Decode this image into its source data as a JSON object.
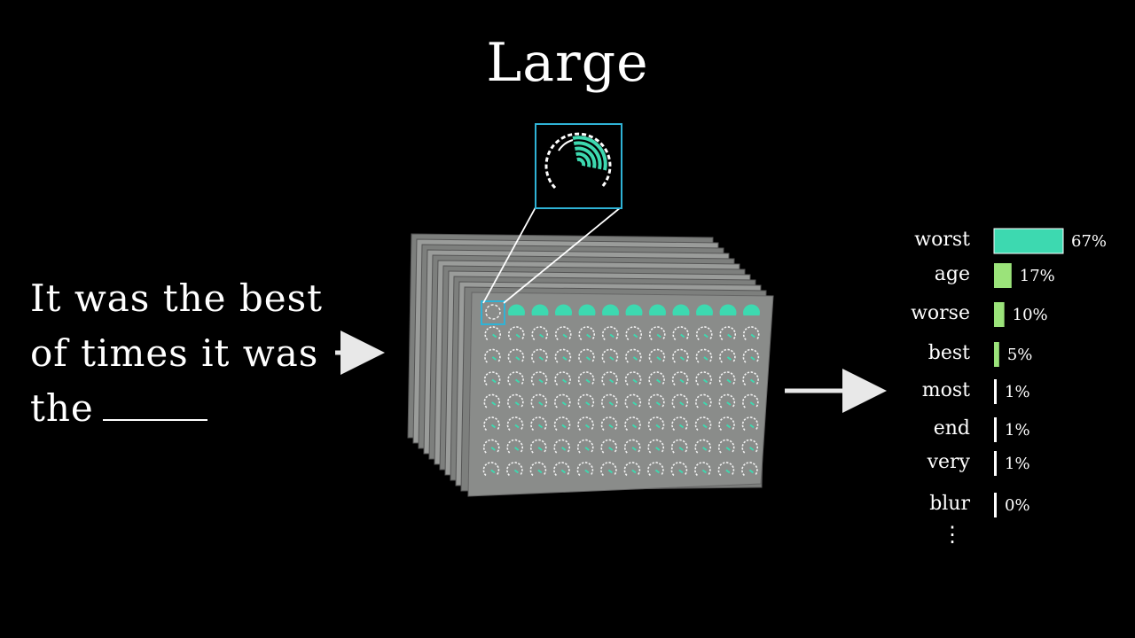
{
  "title": "Large",
  "prompt": {
    "lines": [
      "It was the best",
      "of times it was",
      "the"
    ]
  },
  "grid": {
    "rows": 8,
    "cols": 12,
    "layers": 12,
    "highlight_row": 0
  },
  "colors": {
    "accent": "#3dd9b0",
    "highlight_box": "#2fb3d6",
    "panel": "#8a8c8a",
    "bar_light": "#9be37a"
  },
  "predictions": [
    {
      "word": "worst",
      "pct": "67%",
      "value": 0.67
    },
    {
      "word": "age",
      "pct": "17%",
      "value": 0.17
    },
    {
      "word": "worse",
      "pct": "10%",
      "value": 0.1
    },
    {
      "word": "best",
      "pct": "5%",
      "value": 0.05
    },
    {
      "word": "most",
      "pct": "1%",
      "value": 0.01
    },
    {
      "word": "end",
      "pct": "1%",
      "value": 0.01
    },
    {
      "word": "very",
      "pct": "1%",
      "value": 0.01
    },
    {
      "word": "blur",
      "pct": "0%",
      "value": 0.0
    }
  ],
  "more_symbol": "⋮"
}
